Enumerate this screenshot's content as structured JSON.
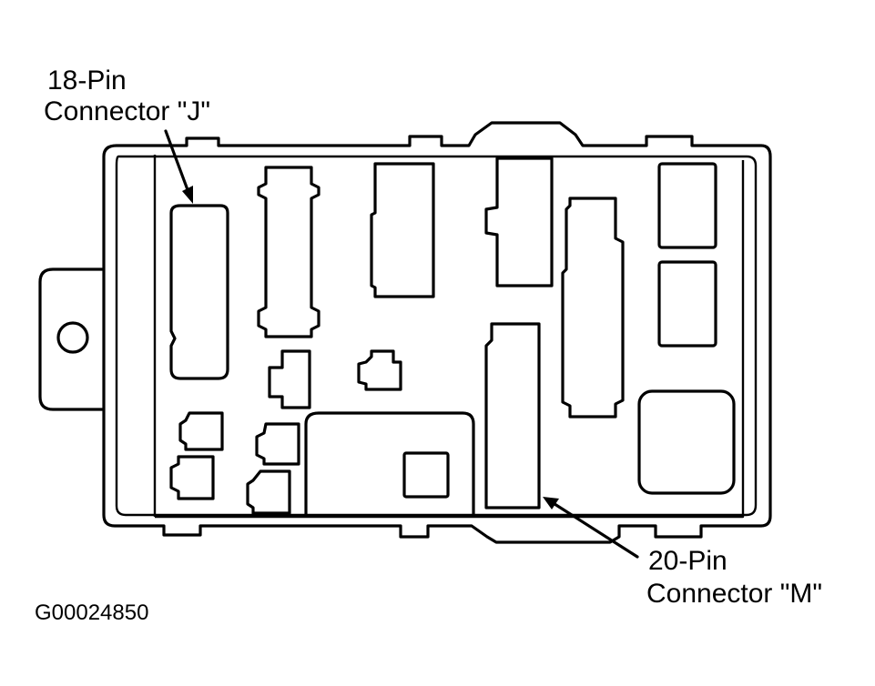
{
  "labels": {
    "connector_j_line1": "18-Pin",
    "connector_j_line2": "Connector \"J\"",
    "connector_m_line1": "20-Pin",
    "connector_m_line2": "Connector \"M\"",
    "figure_code": "G00024850"
  },
  "colors": {
    "ink": "#000000",
    "background": "#ffffff"
  }
}
